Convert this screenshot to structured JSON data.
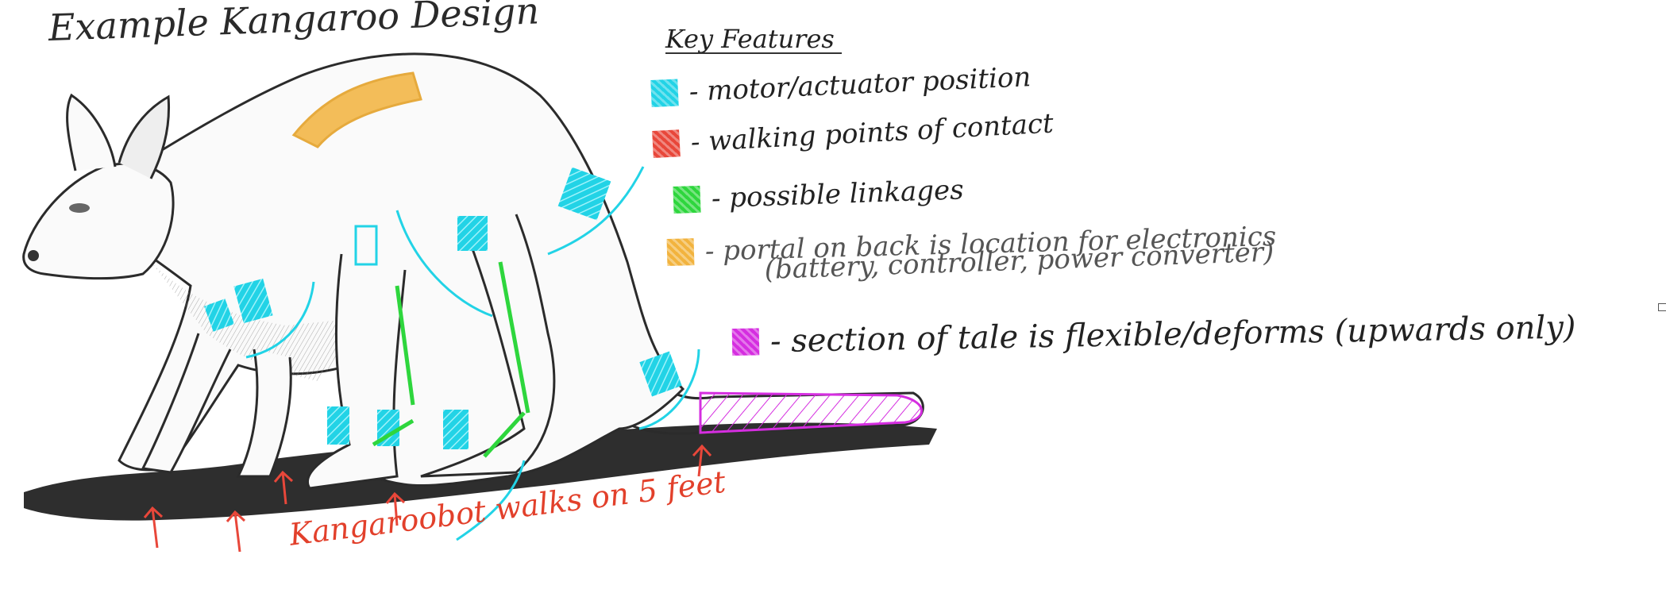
{
  "title": "Example Kangaroo Design",
  "key": {
    "heading": "Key Features",
    "items": [
      {
        "color": "#22d3e6",
        "label": "- motor/actuator position"
      },
      {
        "color": "#e8473a",
        "label": "- walking points of contact"
      },
      {
        "color": "#2ed63d",
        "label": "- possible linkages"
      },
      {
        "color": "#f2b33e",
        "label": "- portal on back is location for electronics"
      },
      {
        "color": "#d52ee0",
        "label": "- section of tale is flexible/deforms (upwards only)"
      }
    ],
    "portal_subtext": "(battery, controller, power converter)"
  },
  "caption": "Kangaroobot walks on 5 feet",
  "colors": {
    "actuator": "#22d3e6",
    "contact": "#e8473a",
    "linkage": "#2ed63d",
    "portal": "#f2b33e",
    "tail": "#d52ee0",
    "shadow": "#1a1a1a",
    "outline": "#2b2b2b"
  }
}
